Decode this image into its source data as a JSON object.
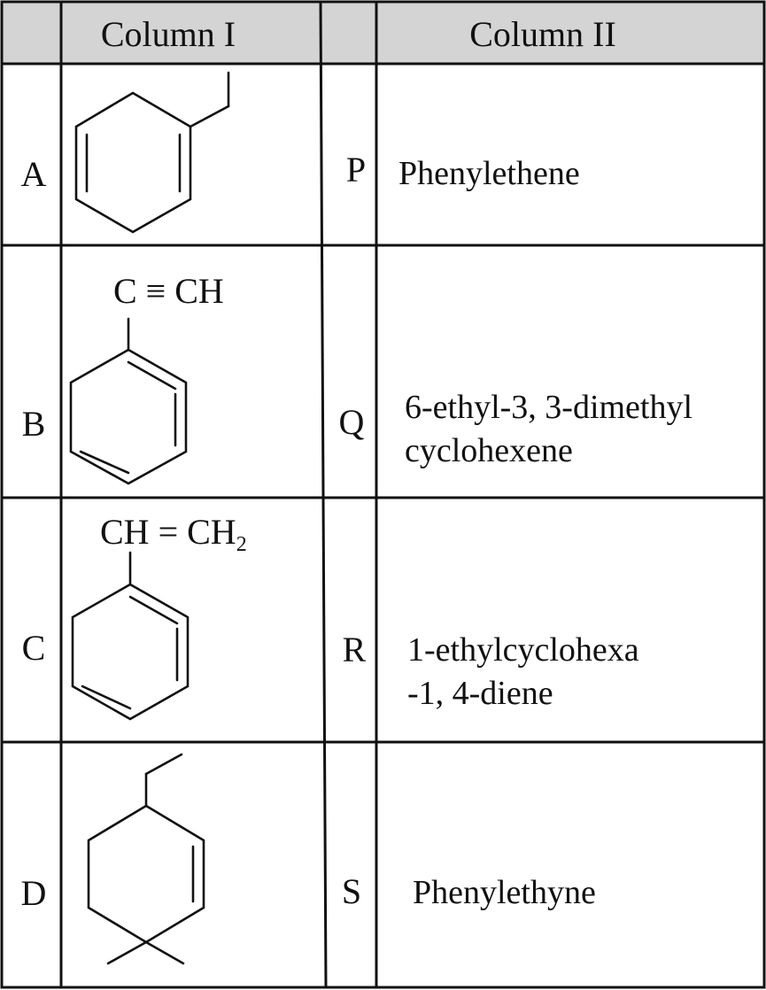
{
  "header": {
    "column_1": "Column I",
    "column_2": "Column II"
  },
  "rows": [
    {
      "left_label": "A",
      "right_label": "P",
      "right_text": [
        "Phenylethene"
      ]
    },
    {
      "left_label": "B",
      "formula_prefix": "C ≡ CH",
      "right_label": "Q",
      "right_text": [
        "6-ethyl-3, 3-dimethyl",
        "cyclohexene"
      ]
    },
    {
      "left_label": "C",
      "formula_prefix": "CH = CH",
      "formula_subscript": "2",
      "right_label": "R",
      "right_text": [
        "1-ethylcyclohexa",
        "-1, 4-diene"
      ]
    },
    {
      "left_label": "D",
      "right_label": "S",
      "right_text": [
        "Phenylethyne"
      ]
    }
  ]
}
